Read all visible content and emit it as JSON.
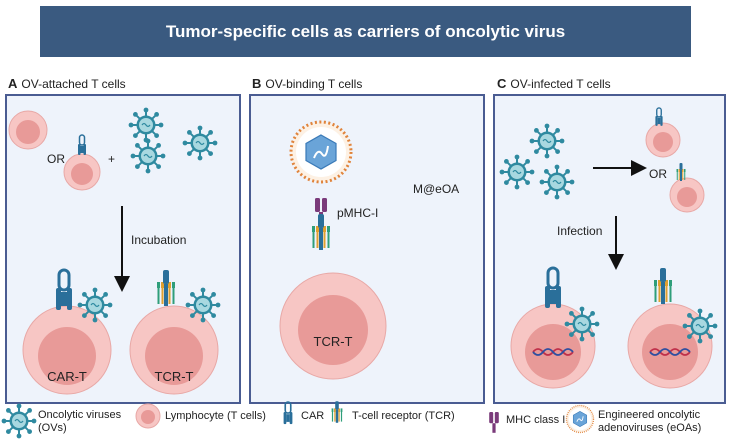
{
  "title": "Tumor-specific cells as carriers of oncolytic virus",
  "panels": [
    {
      "letter": "A",
      "heading": "OV-attached T cells",
      "or_label": "OR",
      "plus_label": "+",
      "step_label": "Incubation",
      "cells": [
        "CAR-T",
        "TCR-T"
      ]
    },
    {
      "letter": "B",
      "heading": "OV-binding T cells",
      "pmhc_label": "pMHC-I",
      "complex_label": "M@eOA",
      "cells": [
        "TCR-T"
      ]
    },
    {
      "letter": "C",
      "heading": "OV-infected T cells",
      "or_label": "OR",
      "step_label": "Infection"
    }
  ],
  "legend": [
    {
      "icon": "virus-icon",
      "line1": "Oncolytic viruses",
      "line2": "(OVs)"
    },
    {
      "icon": "lymphocyte-icon",
      "line1": "Lymphocyte (T cells)",
      "line2": ""
    },
    {
      "icon": "car-receptor-icon",
      "line1": "CAR",
      "line2": ""
    },
    {
      "icon": "tcr-receptor-icon",
      "line1": "T-cell receptor (TCR)",
      "line2": ""
    },
    {
      "icon": "mhc-class-i-icon",
      "line1": "MHC class I",
      "line2": ""
    },
    {
      "icon": "engineered-adenovirus-icon",
      "line1": "Engineered oncolytic",
      "line2": "adenoviruses (eOAs)"
    }
  ],
  "colors": {
    "banner": "#3a5a80",
    "panel_border": "#4a5c92",
    "panel_fill": "#eef3fb",
    "cell_outer": "#f7c6c4",
    "cell_inner": "#e89a98",
    "virus": "#2f8aa0",
    "car": "#2a6f9a",
    "mhc": "#7a3a7a",
    "eoa_ring": "#e0843c"
  }
}
